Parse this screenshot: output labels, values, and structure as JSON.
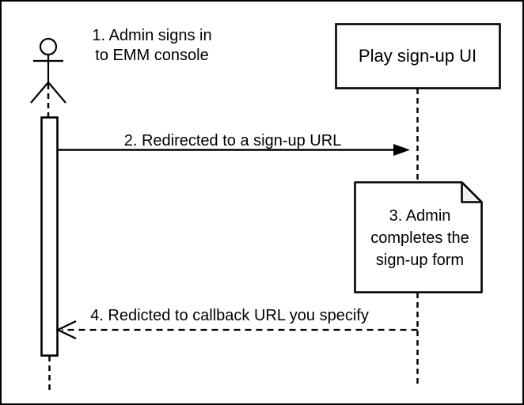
{
  "actor": {
    "label_line1": "1. Admin signs in",
    "label_line2": "to EMM console"
  },
  "play_box": {
    "label": "Play sign-up UI"
  },
  "messages": {
    "redirect_label": "2. Redirected to a sign-up URL",
    "callback_label": "4. Redicted to callback URL you specify"
  },
  "note": {
    "line1": "3. Admin",
    "line2": "completes the",
    "line3": "sign-up form"
  },
  "colors": {
    "stroke": "#000000",
    "background": "#ffffff",
    "note_fold_fill": "#f0f0f0"
  }
}
